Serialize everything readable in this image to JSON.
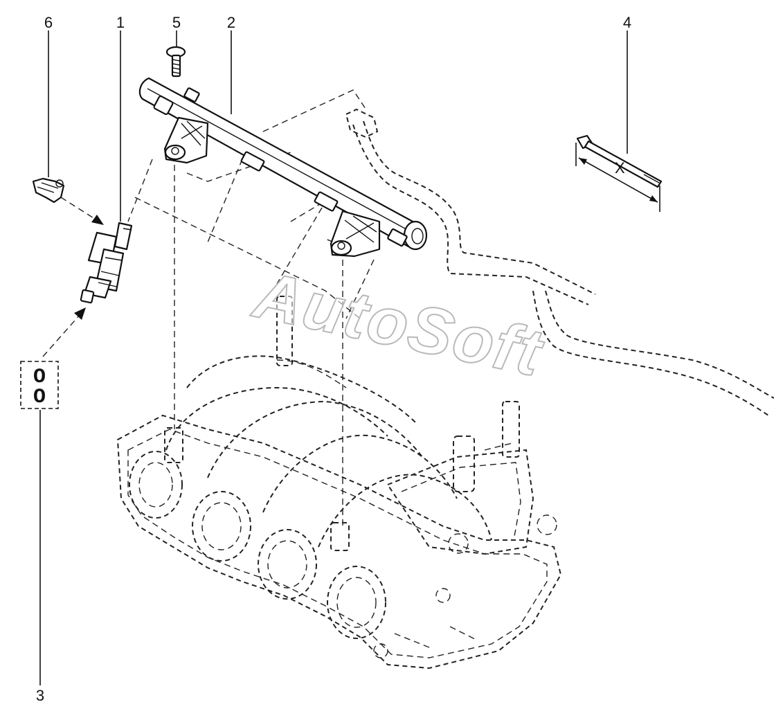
{
  "callouts": {
    "c1": "1",
    "c2": "2",
    "c3": "3",
    "c4": "4",
    "c5": "5",
    "c6": "6"
  },
  "oring_box": {
    "top": "O",
    "bottom": "O"
  },
  "dimension_label": "X",
  "watermark": "AutoSoft"
}
